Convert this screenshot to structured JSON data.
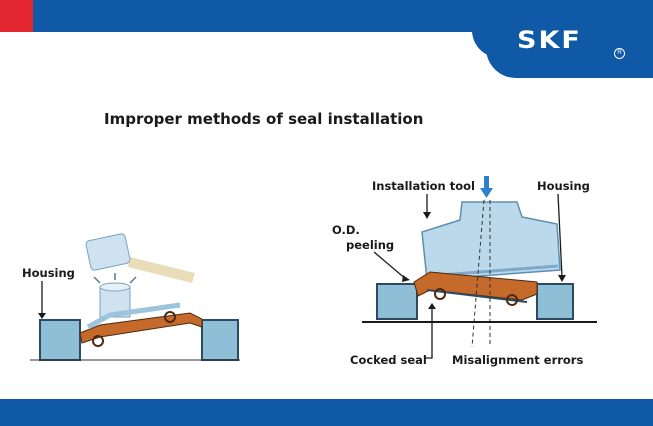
{
  "header": {
    "logo_text": "SKF",
    "logo_mark": "R"
  },
  "slide": {
    "title": "Improper methods of seal installation"
  },
  "left_figure": {
    "housing_label": "Housing"
  },
  "right_figure": {
    "installation_tool_label": "Installation tool",
    "housing_label": "Housing",
    "od_peeling_line1": "O.D.",
    "od_peeling_line2": "peeling",
    "cocked_seal_label": "Cocked seal",
    "misalignment_label": "Misalignment errors"
  },
  "colors": {
    "brand_blue": "#0f59a7",
    "accent_red": "#e2262f",
    "seal_orange": "#c66a2b",
    "housing_blue": "#8fbfd6"
  }
}
